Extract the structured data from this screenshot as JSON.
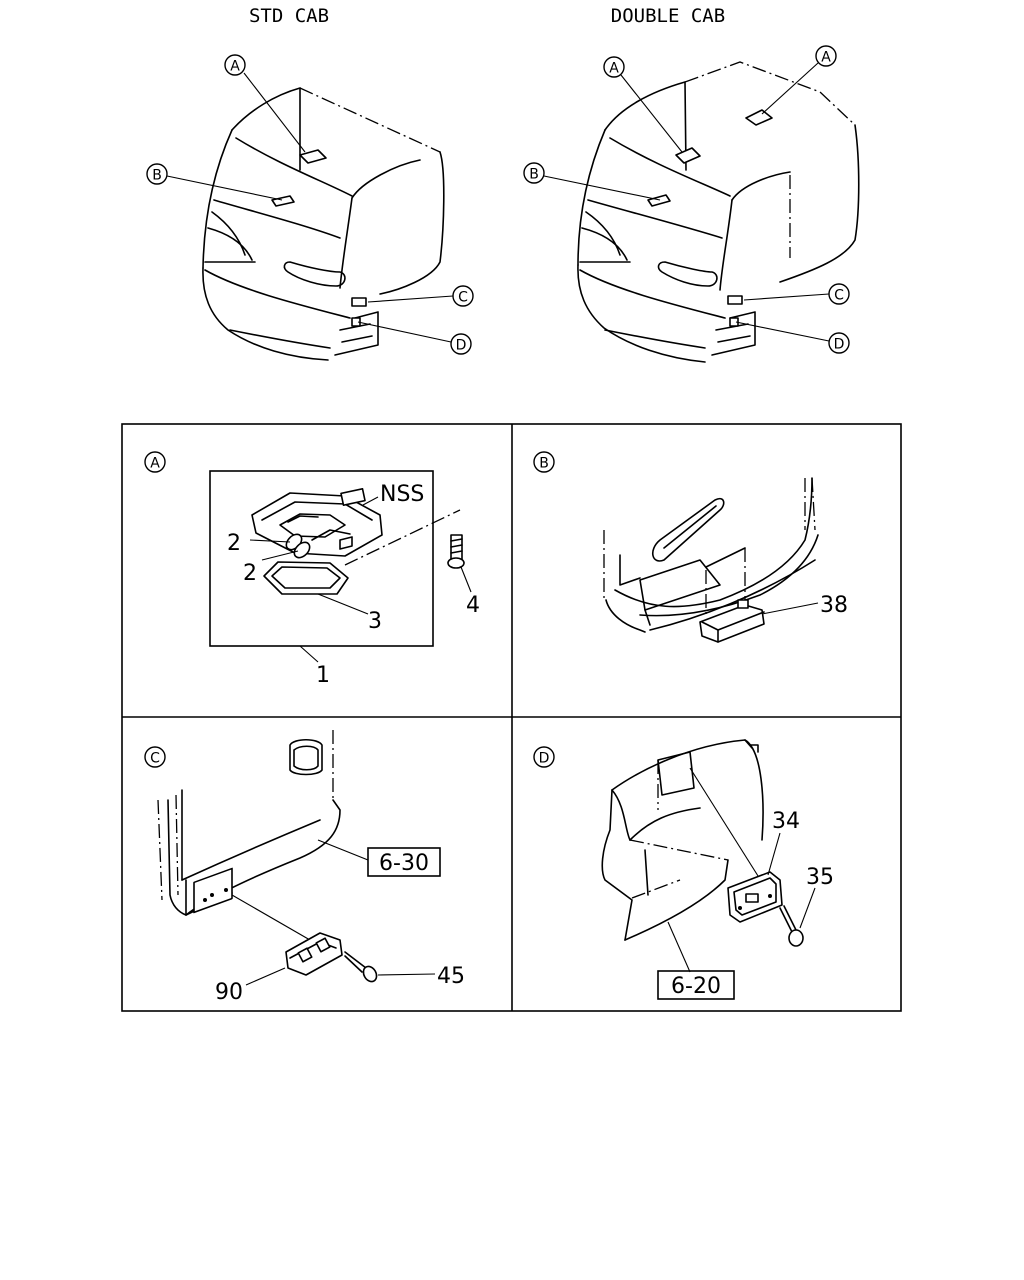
{
  "headers": {
    "std_cab": "STD CAB",
    "double_cab": "DOUBLE CAB"
  },
  "callout_letters": {
    "a": "A",
    "b": "B",
    "c": "C",
    "d": "D"
  },
  "panel_a": {
    "nss": "NSS",
    "part_1": "1",
    "part_2_upper": "2",
    "part_2_lower": "2",
    "part_3": "3",
    "part_4": "4"
  },
  "panel_b": {
    "part_38": "38"
  },
  "panel_c": {
    "ref_box": "6-30",
    "part_90": "90",
    "part_45": "45"
  },
  "panel_d": {
    "ref_box": "6-20",
    "part_34": "34",
    "part_35": "35"
  }
}
